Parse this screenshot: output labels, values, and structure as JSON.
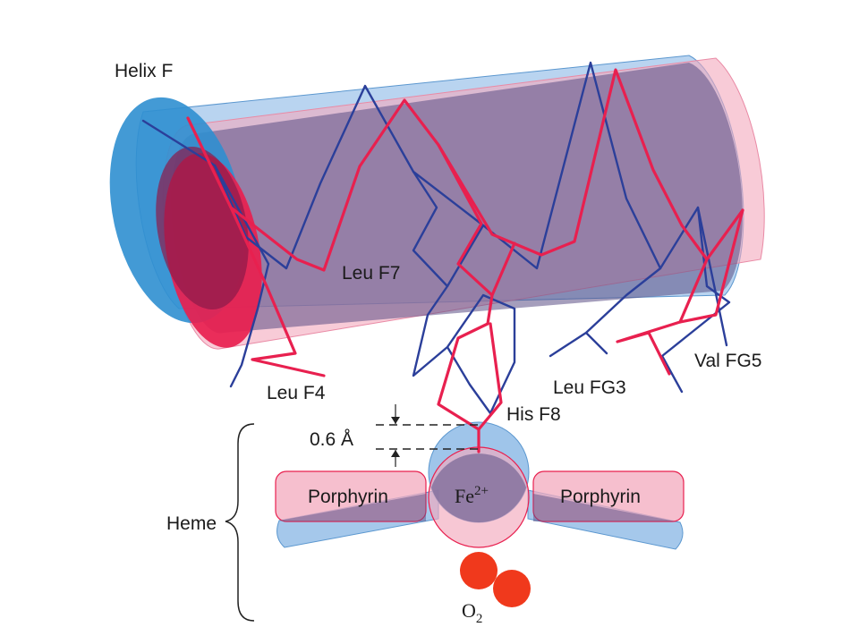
{
  "colors": {
    "deoxy_helix": "#7fb1e3",
    "deoxy_end": "#2f8fd0",
    "oxy_helix": "#f3a9bd",
    "oxy_end": "#e8204f",
    "overlap": "#5b4f85",
    "deoxy_chain": "#2b3f9a",
    "oxy_chain": "#e8204f",
    "oxygen": "#f0391c"
  },
  "labels": {
    "helix": "Helix F",
    "leu_f7": "Leu F7",
    "leu_f4": "Leu F4",
    "his_f8": "His F8",
    "leu_fg3": "Leu FG3",
    "val_fg5": "Val FG5",
    "shift": "0.6 Å",
    "heme": "Heme",
    "porphyrin_left": "Porphyrin",
    "porphyrin_right": "Porphyrin",
    "iron": "Fe",
    "iron_charge": "2+",
    "oxygen": "O",
    "oxygen_sub": "2"
  }
}
